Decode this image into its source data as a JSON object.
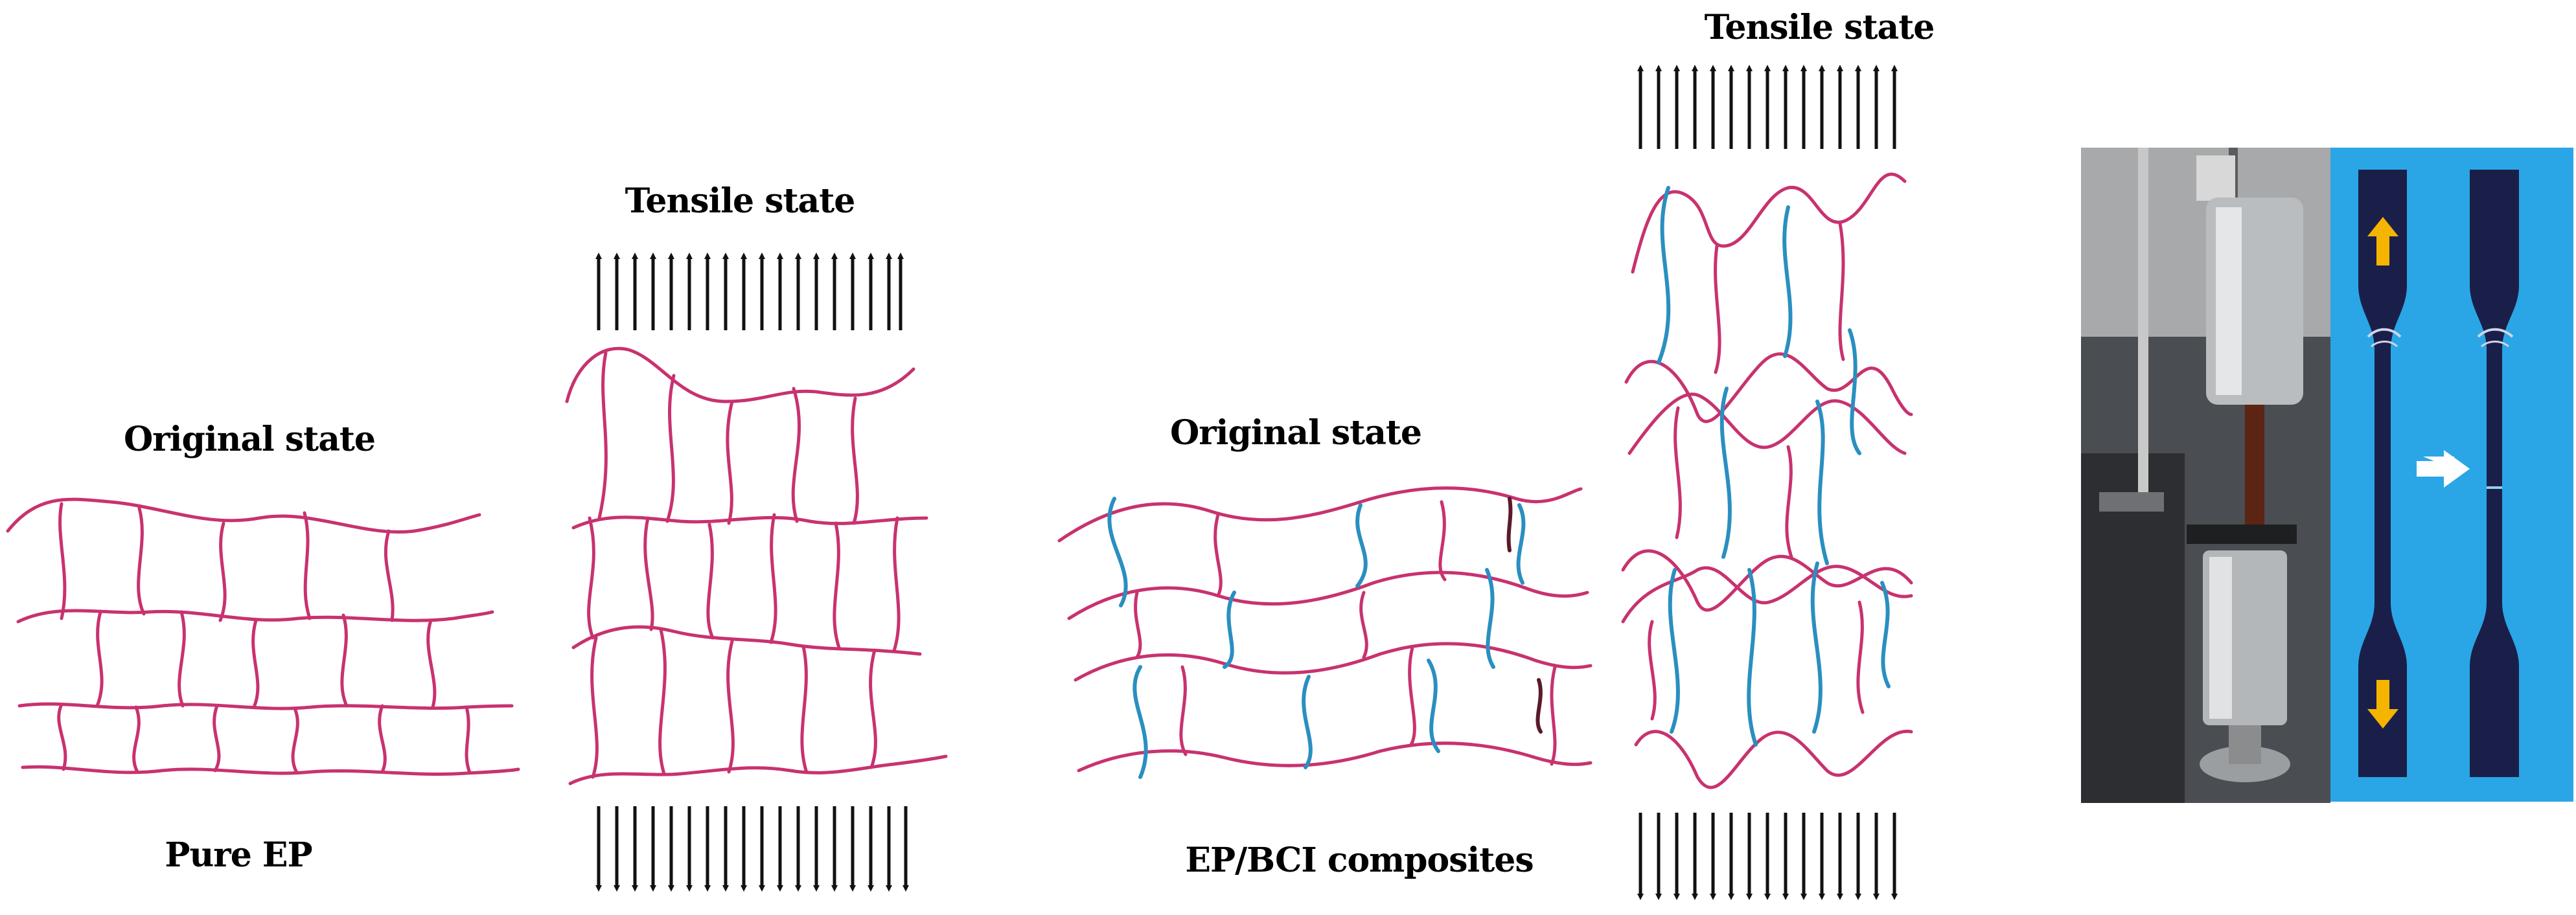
{
  "labels": {
    "pure_original": "Original state",
    "pure_tensile": "Tensile state",
    "pure_caption": "Pure EP",
    "comp_original": "Original state",
    "comp_tensile": "Tensile state",
    "comp_caption": "EP/BCI composites"
  },
  "colors": {
    "epoxy_chain": "#c8326f",
    "bci_link": "#2a8fc0",
    "arrow": "#111111",
    "photo_blue": "#2aa6e6",
    "specimen": "#1a1f4a",
    "yellow_arrow": "#f5b400",
    "white_arrow": "#ffffff"
  },
  "photo": {
    "left_panel": "tensile-testing-machine",
    "right_panel": "fractured-dogbone-specimens"
  }
}
